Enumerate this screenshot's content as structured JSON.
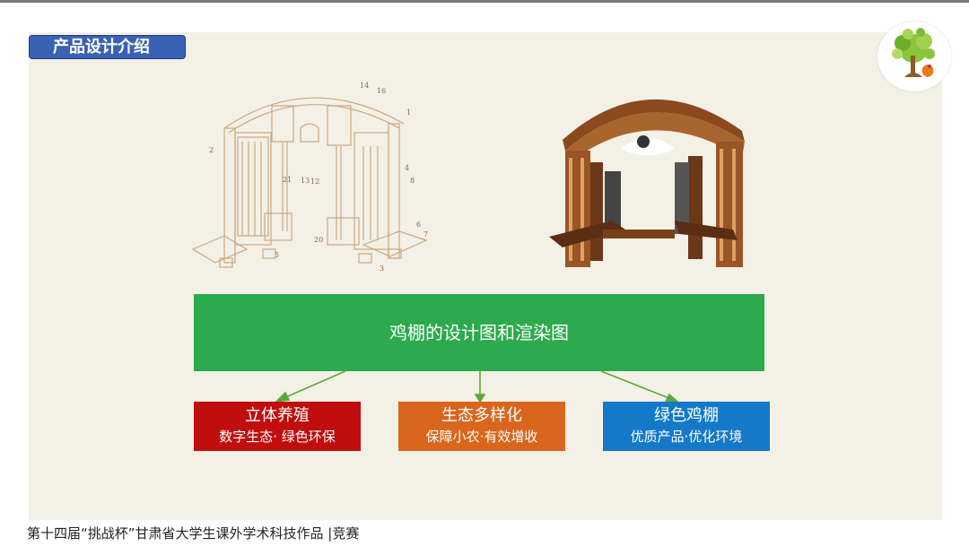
{
  "header": {
    "title": "产品设计介绍"
  },
  "images": {
    "sketch_labels": [
      "2",
      "14",
      "16",
      "1",
      "21",
      "13",
      "12",
      "4",
      "8",
      "20",
      "6",
      "7",
      "5",
      "3"
    ]
  },
  "caption": {
    "text": "鸡棚的设计图和渲染图"
  },
  "features": [
    {
      "title": "立体养殖",
      "subtitle": "数字生态· 绿色环保",
      "color": "#c00d0d"
    },
    {
      "title": "生态多样化",
      "subtitle": "保障小农·有效增收",
      "color": "#d9661c"
    },
    {
      "title": "绿色鸡棚",
      "subtitle": "优质产品·优化环境",
      "color": "#1479c8"
    }
  ],
  "footer": {
    "text": "第十四届“挑战杯”甘肃省大学生课外学术科技作品 |竞赛"
  },
  "colors": {
    "title_tag": "#3a62b3",
    "caption_bg": "#2daa4e",
    "arrow": "#5aa83a"
  }
}
